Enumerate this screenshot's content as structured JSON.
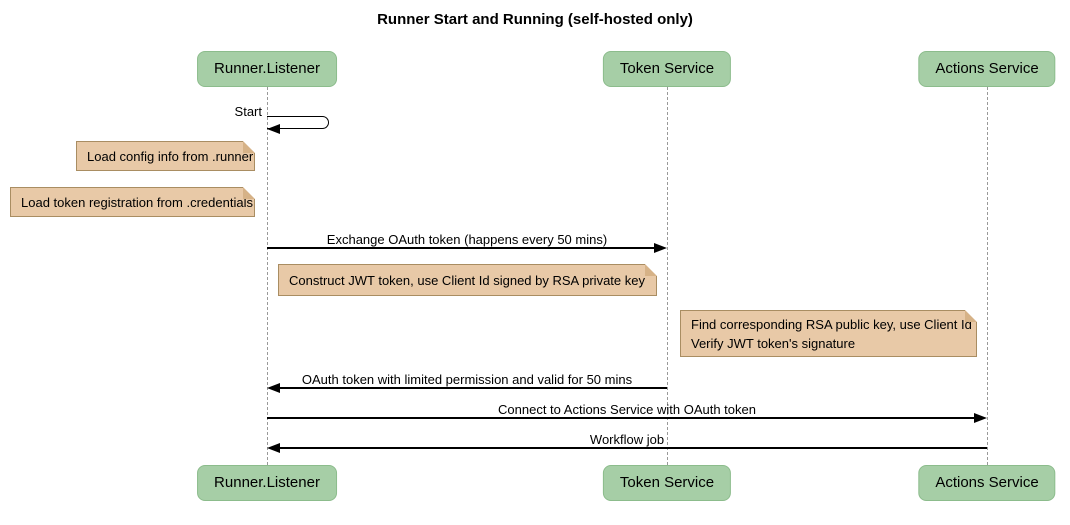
{
  "title": "Runner Start and Running (self-hosted only)",
  "participants": [
    {
      "name": "Runner.Listener"
    },
    {
      "name": "Token Service"
    },
    {
      "name": "Actions Service"
    }
  ],
  "messages": [
    {
      "label": "Start",
      "from": "Runner.Listener",
      "to": "Runner.Listener",
      "kind": "self"
    },
    {
      "label": "Exchange OAuth token (happens every 50 mins)",
      "from": "Runner.Listener",
      "to": "Token Service",
      "kind": "solid-arrow"
    },
    {
      "label": "OAuth token with limited permission and valid for 50 mins",
      "from": "Token Service",
      "to": "Runner.Listener",
      "kind": "solid-arrow"
    },
    {
      "label": "Connect to Actions Service with OAuth token",
      "from": "Runner.Listener",
      "to": "Actions Service",
      "kind": "solid-arrow"
    },
    {
      "label": "Workflow job",
      "from": "Actions Service",
      "to": "Runner.Listener",
      "kind": "solid-arrow"
    }
  ],
  "notes": [
    {
      "text": "Load config info from .runner",
      "placement": "left of Runner.Listener"
    },
    {
      "text": "Load token registration from .credentials",
      "placement": "left of Runner.Listener"
    },
    {
      "text": "Construct JWT token, use Client Id signed by RSA private key",
      "placement": "between Runner.Listener and Token Service"
    },
    {
      "lines": [
        "Find corresponding RSA public key, use Client Id",
        "Verify JWT token's signature"
      ],
      "placement": "right of Token Service"
    }
  ],
  "colors": {
    "participant_fill": "#a6cea6",
    "participant_border": "#8cbc8c",
    "note_fill": "#e8c9a7",
    "note_border": "#a98d62",
    "lifeline": "#999999",
    "arrow": "#000000",
    "background": "#ffffff",
    "text": "#000000"
  }
}
